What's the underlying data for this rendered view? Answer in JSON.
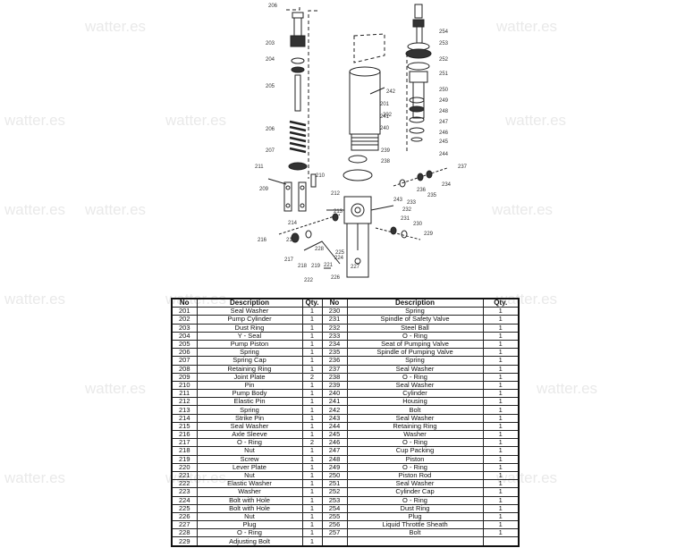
{
  "watermark_text": "watter.es",
  "diagram": {
    "labels": [
      "206",
      "203",
      "204",
      "205",
      "206",
      "207",
      "211",
      "209",
      "210",
      "212",
      "213",
      "214",
      "215",
      "216",
      "217",
      "218",
      "219",
      "221",
      "224",
      "226",
      "222",
      "227",
      "228",
      "225",
      "201",
      "202",
      "242",
      "241",
      "240",
      "239",
      "238",
      "237",
      "234",
      "236",
      "235",
      "233",
      "232",
      "231",
      "230",
      "229",
      "254",
      "253",
      "252",
      "251",
      "250",
      "249",
      "248",
      "247",
      "246",
      "245",
      "244",
      "243"
    ]
  },
  "table": {
    "headers": [
      "No",
      "Description",
      "Qty.",
      "No",
      "Description",
      "Qty."
    ],
    "rows": [
      [
        "201",
        "Seal Washer",
        "1",
        "230",
        "Spring",
        "1"
      ],
      [
        "202",
        "Pump Cylinder",
        "1",
        "231",
        "Spindle of Safety Valve",
        "1"
      ],
      [
        "203",
        "Dust Ring",
        "1",
        "232",
        "Steel Ball",
        "1"
      ],
      [
        "204",
        "Y - Seal",
        "1",
        "233",
        "O - Ring",
        "1"
      ],
      [
        "205",
        "Pump Piston",
        "1",
        "234",
        "Seat of Pumping Valve",
        "1"
      ],
      [
        "206",
        "Spring",
        "1",
        "235",
        "Spindle of Pumping Valve",
        "1"
      ],
      [
        "207",
        "Spring Cap",
        "1",
        "236",
        "Spring",
        "1"
      ],
      [
        "208",
        "Retaining Ring",
        "1",
        "237",
        "Seal Washer",
        "1"
      ],
      [
        "209",
        "Joint Plate",
        "2",
        "238",
        "O - Ring",
        "1"
      ],
      [
        "210",
        "Pin",
        "1",
        "239",
        "Seal Washer",
        "1"
      ],
      [
        "211",
        "Pump Body",
        "1",
        "240",
        "Cylinder",
        "1"
      ],
      [
        "212",
        "Elastic Pin",
        "1",
        "241",
        "Housing",
        "1"
      ],
      [
        "213",
        "Spring",
        "1",
        "242",
        "Bolt",
        "1"
      ],
      [
        "214",
        "Strike Pin",
        "1",
        "243",
        "Seal Washer",
        "1"
      ],
      [
        "215",
        "Seal Washer",
        "1",
        "244",
        "Retaining Ring",
        "1"
      ],
      [
        "216",
        "Axle Sleeve",
        "1",
        "245",
        "Washer",
        "1"
      ],
      [
        "217",
        "O - Ring",
        "2",
        "246",
        "O - Ring",
        "1"
      ],
      [
        "218",
        "Nut",
        "1",
        "247",
        "Cup Packing",
        "1"
      ],
      [
        "219",
        "Screw",
        "1",
        "248",
        "Piston",
        "1"
      ],
      [
        "220",
        "Lever Plate",
        "1",
        "249",
        "O - Ring",
        "1"
      ],
      [
        "221",
        "Nut",
        "1",
        "250",
        "Piston Rod",
        "1"
      ],
      [
        "222",
        "Elastic Washer",
        "1",
        "251",
        "Seal Washer",
        "1"
      ],
      [
        "223",
        "Washer",
        "1",
        "252",
        "Cylinder Cap",
        "1"
      ],
      [
        "224",
        "Bolt with Hole",
        "1",
        "253",
        "O - Ring",
        "1"
      ],
      [
        "225",
        "Bolt with Hole",
        "1",
        "254",
        "Dust Ring",
        "1"
      ],
      [
        "226",
        "Nut",
        "1",
        "255",
        "Plug",
        "1"
      ],
      [
        "227",
        "Plug",
        "1",
        "256",
        "Liquid Throttle Sheath",
        "1"
      ],
      [
        "228",
        "O - Ring",
        "1",
        "257",
        "Bolt",
        "1"
      ],
      [
        "229",
        "Adjusting Bolt",
        "1",
        "",
        "",
        ""
      ]
    ]
  }
}
